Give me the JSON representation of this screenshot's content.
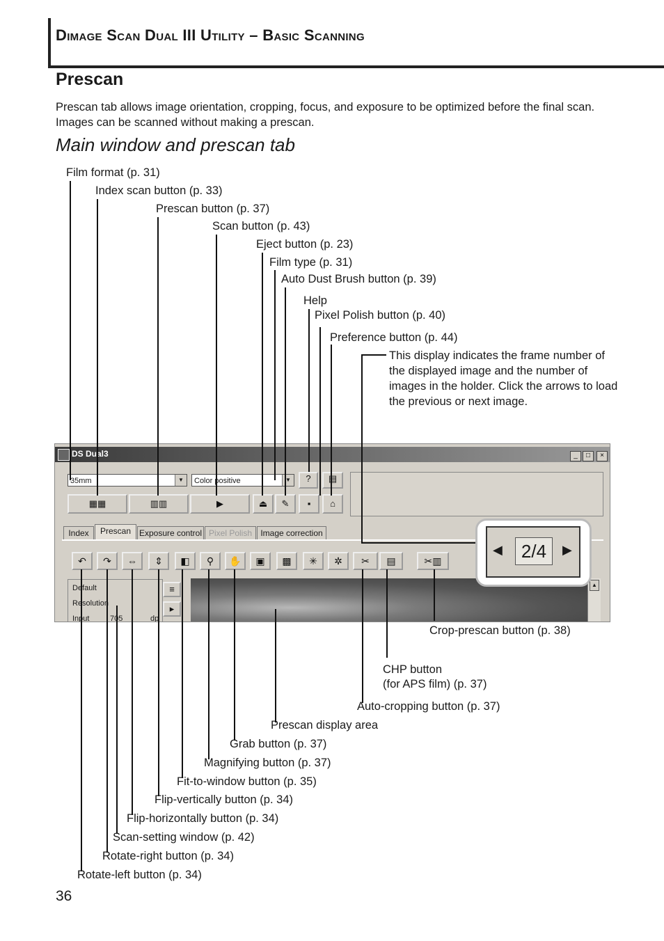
{
  "header": {
    "title": "Dimage Scan Dual III Utility – Basic Scanning",
    "section": "Prescan",
    "intro": "Prescan tab allows image orientation, cropping, focus, and exposure to be optimized before the final scan. Images can be scanned without making a prescan.",
    "subheading": "Main window and prescan tab"
  },
  "callouts_top": [
    "Film format (p. 31)",
    "Index scan button (p. 33)",
    "Prescan button (p. 37)",
    "Scan button (p. 43)",
    "Eject button (p. 23)",
    "Film type (p. 31)",
    "Auto Dust Brush button (p. 39)",
    "Help",
    "Pixel Polish button (p. 40)",
    "Preference button (p. 44)"
  ],
  "frame_note": "This display indicates the frame number of the displayed image and the number of images in the holder. Click the arrows to load the previous or next image.",
  "callouts_bottom": [
    "Crop-prescan button (p. 38)",
    "CHP button",
    "(for APS film) (p. 37)",
    "Auto-cropping button (p. 37)",
    "Prescan display area",
    "Grab button (p. 37)",
    "Magnifying button (p. 37)",
    "Fit-to-window button (p. 35)",
    "Flip-vertically button (p. 34)",
    "Flip-horizontally button (p. 34)",
    "Scan-setting window (p. 42)",
    "Rotate-right button (p. 34)",
    "Rotate-left button (p. 34)"
  ],
  "window": {
    "title": "DS Dual3",
    "film_format": "35mm",
    "film_type": "Color positive",
    "tabs": [
      "Index",
      "Prescan",
      "Exposure control",
      "Pixel Polish",
      "Image correction"
    ],
    "active_tab": "Prescan",
    "panel_items": [
      "Default",
      "Resolution",
      "Input",
      "705",
      "dp"
    ],
    "frame_display": "2/4"
  },
  "page_number": "36"
}
